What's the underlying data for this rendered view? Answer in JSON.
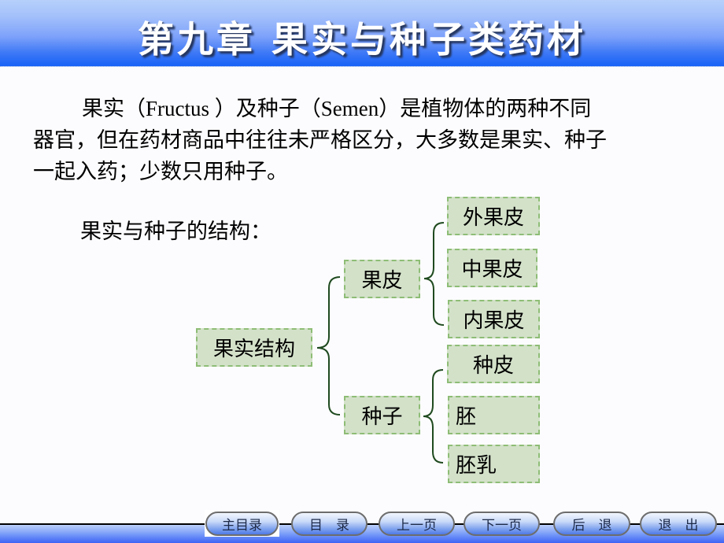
{
  "header": {
    "title": "第九章 果实与种子类药材"
  },
  "intro": {
    "line1_prefix": "果实（",
    "line1_en1": "Fructus ",
    "line1_mid": "）及种子（",
    "line1_en2": "Semen",
    "line1_suffix": "）是植物体的两种不同",
    "line2": "器官，但在药材商品中往往未严格区分，大多数是果实、种子",
    "line3": "一起入药；少数只用种子。"
  },
  "structure": {
    "label": "果实与种子的结构：",
    "root": "果实结构",
    "branches": [
      {
        "label": "果皮",
        "children": [
          "外果皮",
          "中果皮",
          "内果皮"
        ]
      },
      {
        "label": "种子",
        "children": [
          "种皮",
          "胚",
          "胚乳"
        ]
      }
    ]
  },
  "nav": {
    "buttons": [
      "主目录",
      "目　录",
      "上一页",
      "下一页",
      "后　退",
      "退　出"
    ]
  },
  "colors": {
    "header_top": "#b6d0fb",
    "header_bottom": "#1762f6",
    "box_fill": "#d3e1c9",
    "box_border": "#8ebd76",
    "bracket": "#1f4a1f"
  }
}
